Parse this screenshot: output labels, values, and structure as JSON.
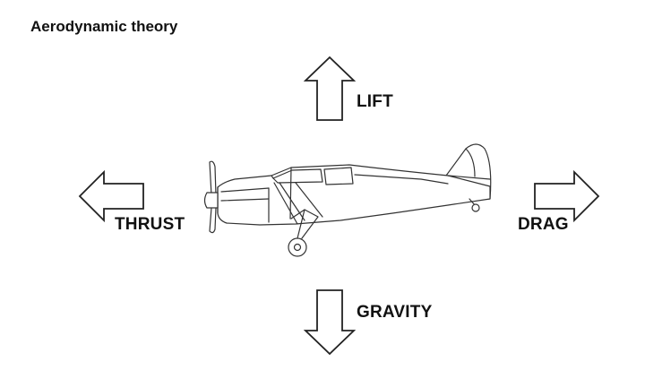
{
  "title": "Aerodynamic theory",
  "forces": {
    "lift": "LIFT",
    "thrust": "THRUST",
    "drag": "DRAG",
    "gravity": "GRAVITY"
  }
}
